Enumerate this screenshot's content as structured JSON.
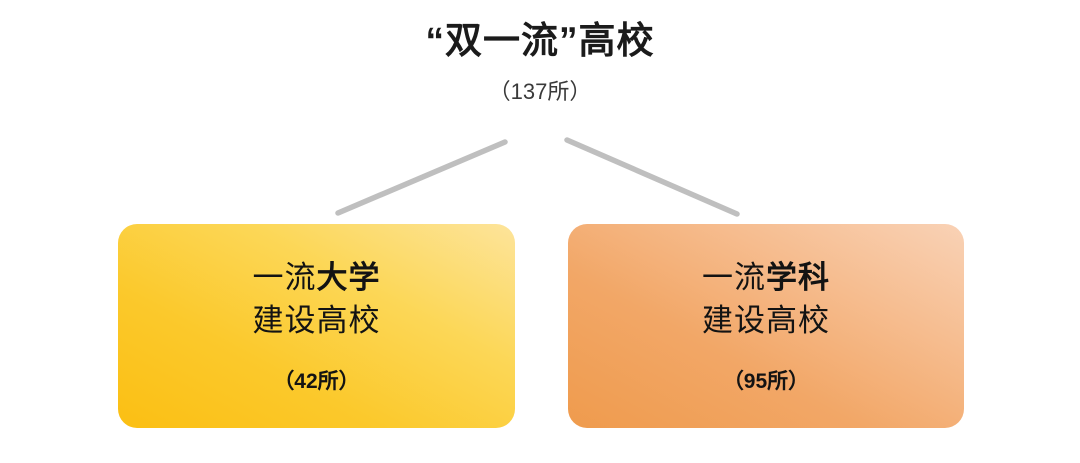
{
  "chart_data": {
    "type": "diagram",
    "title": "“双一流”高校",
    "total_label": "（137所）",
    "total_value": 137,
    "unit": "所",
    "categories": [
      "一流大学建设高校",
      "一流学科建设高校"
    ],
    "values": [
      42,
      95
    ],
    "labels": [
      "（42所）",
      "（95所）"
    ],
    "colors": [
      "#FBC015",
      "#F0A055"
    ],
    "connector_color": "#BFBFBF"
  },
  "root": {
    "title": "“双一流”高校",
    "count_label": "（137所）"
  },
  "branches": [
    {
      "id": "yiliu-daxue",
      "line1_thin": "一流",
      "line1_bold": "大学",
      "line2": "建设高校",
      "count_label": "（42所）",
      "count_value": 42,
      "color": "#FBC015"
    },
    {
      "id": "yiliu-xueke",
      "line1_thin": "一流",
      "line1_bold": "学科",
      "line2": "建设高校",
      "count_label": "（95所）",
      "count_value": 95,
      "color": "#F0A055"
    }
  ],
  "connectors": [
    {
      "name": "root-to-left",
      "from": [
        505,
        142
      ],
      "to": [
        338,
        213
      ]
    },
    {
      "name": "root-to-right",
      "from": [
        567,
        140
      ],
      "to": [
        737,
        214
      ]
    }
  ]
}
